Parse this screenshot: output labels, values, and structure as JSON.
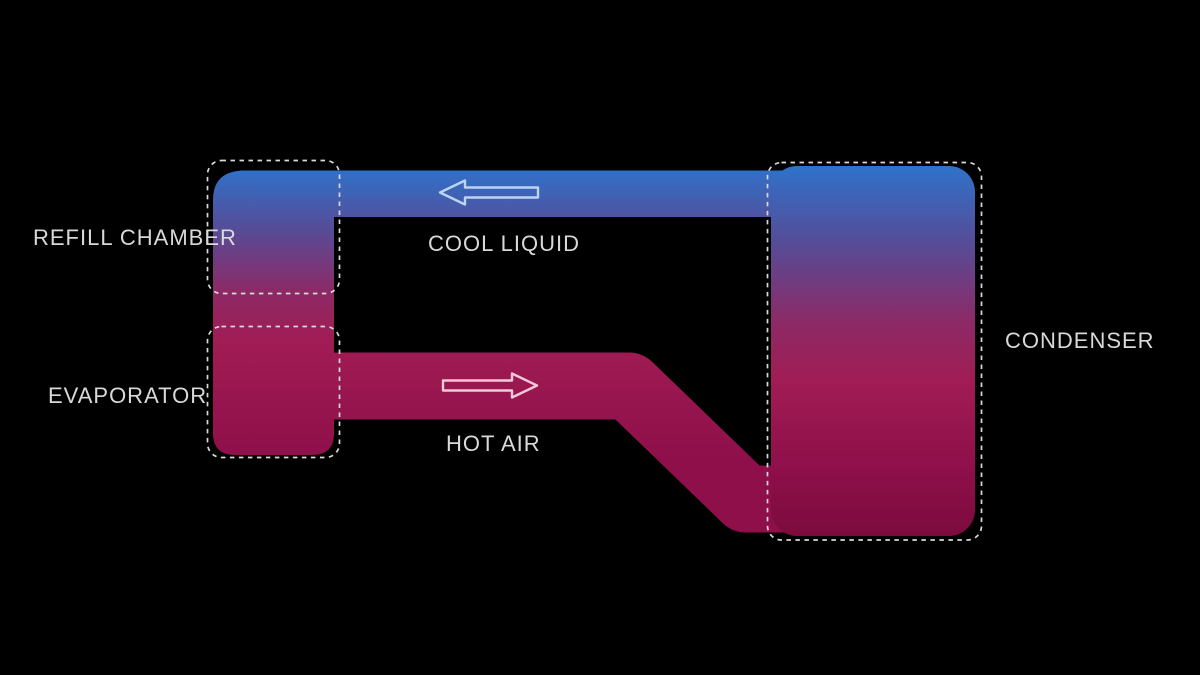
{
  "diagram": {
    "background": "#000000",
    "components": [
      {
        "id": "refill-chamber",
        "label": "REFILL CHAMBER"
      },
      {
        "id": "evaporator",
        "label": "EVAPORATOR"
      },
      {
        "id": "condenser",
        "label": "CONDENSER"
      }
    ],
    "flows": [
      {
        "id": "cool-liquid",
        "label": "COOL LIQUID",
        "direction": "left"
      },
      {
        "id": "hot-air",
        "label": "HOT AIR",
        "direction": "right"
      }
    ],
    "colors": {
      "cool_blue": "#2F72CA",
      "indigo": "#564C97",
      "magenta": "#8C2A66",
      "crimson": "#A11C54",
      "crimson_dark": "#8E0F4A",
      "condenser_bottom": "#7C0B3D",
      "outline_dash": "#D9D9D9",
      "label_text": "#D9D9D9",
      "cool_arrow": "#BAD4F2",
      "hot_arrow": "#F2C9D9"
    }
  }
}
